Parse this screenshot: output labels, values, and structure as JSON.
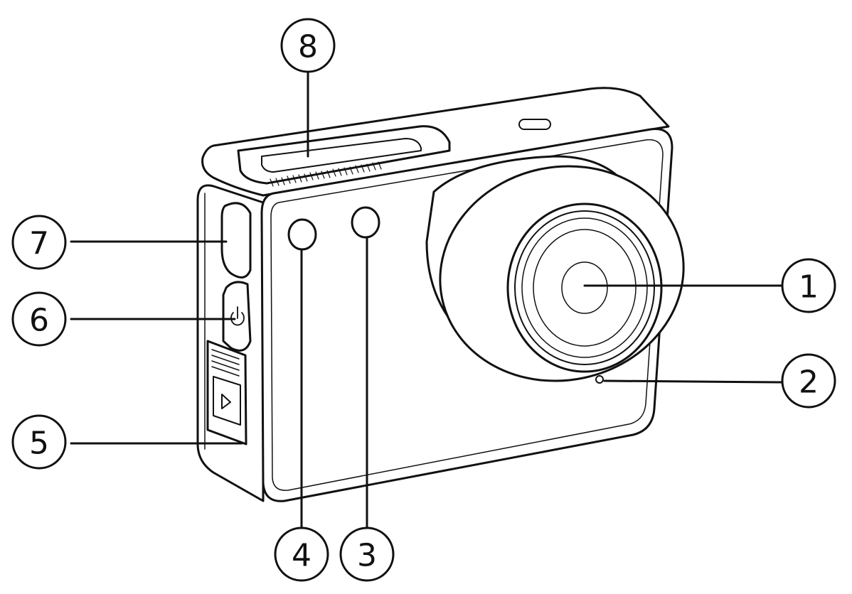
{
  "diagram": {
    "subject": "action-camera",
    "colors": {
      "line": "#111111",
      "fill": "#ffffff",
      "shade": "#f2f2f2"
    },
    "callouts": [
      {
        "id": "lens",
        "number": "1"
      },
      {
        "id": "microphone",
        "number": "2"
      },
      {
        "id": "indicator-light-right",
        "number": "3"
      },
      {
        "id": "indicator-light-left",
        "number": "4"
      },
      {
        "id": "side-door",
        "number": "5"
      },
      {
        "id": "power-button",
        "number": "6"
      },
      {
        "id": "side-button",
        "number": "7"
      },
      {
        "id": "top-display",
        "number": "8"
      }
    ]
  }
}
